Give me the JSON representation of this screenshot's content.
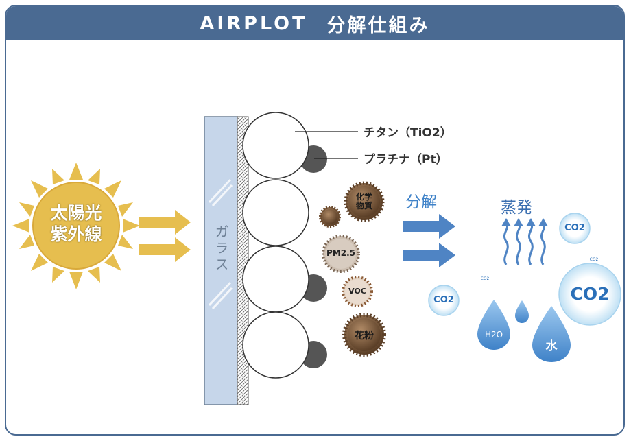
{
  "header": {
    "title_en": "AIRPLOT",
    "title_jp": "分解仕組み"
  },
  "sun": {
    "line1": "太陽光",
    "line2": "紫外線"
  },
  "glass_label": "ガラス",
  "callouts": {
    "titanium": "チタン（TiO2）",
    "platinum": "プラチナ（Pt）"
  },
  "pollutants": {
    "chemical_line1": "化学",
    "chemical_line2": "物質",
    "pm25": "PM2.5",
    "voc": "VOC",
    "pollen": "花粉"
  },
  "decompose_label": "分解",
  "evaporate_label": "蒸発",
  "products": {
    "co2_small_left": "CO2",
    "co2_small_right": "CO2",
    "co2_large": "CO2",
    "co2_tiny": "CO2",
    "h2o": "H2O",
    "water": "水"
  },
  "colors": {
    "header": "#4a6a92",
    "sun": "#e6be4f",
    "yellow_arrow": "#e6be4f",
    "blue_arrow": "#4f84c4",
    "glass": "#c6d6ea",
    "drop": "#5f9fdc"
  }
}
